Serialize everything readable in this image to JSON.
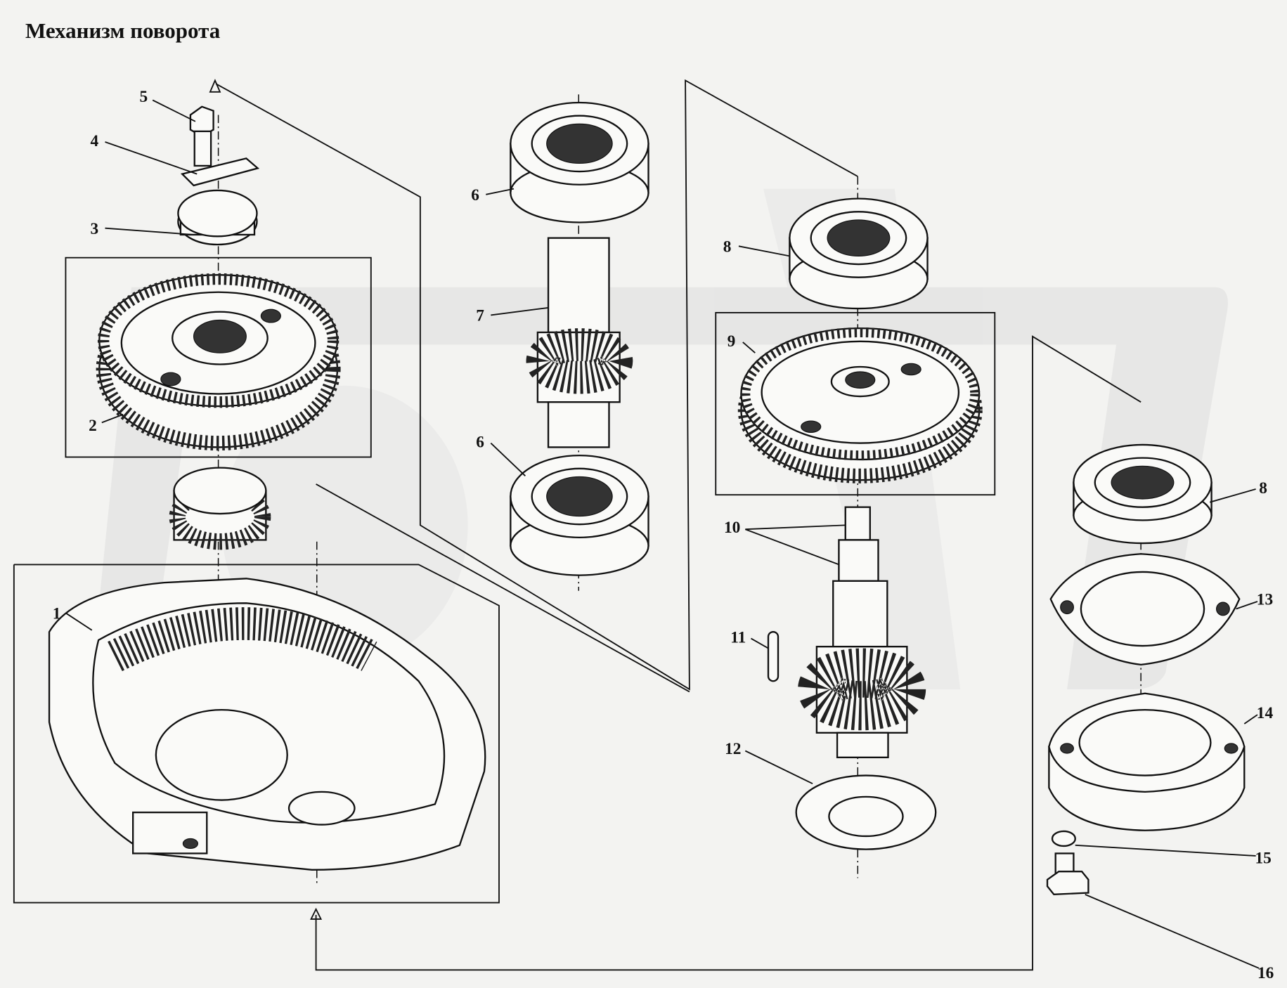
{
  "title": "Механизм поворота",
  "callouts": [
    "1",
    "2",
    "3",
    "4",
    "5",
    "6",
    "6",
    "7",
    "8",
    "8",
    "9",
    "10",
    "11",
    "12",
    "13",
    "14",
    "15",
    "16"
  ]
}
